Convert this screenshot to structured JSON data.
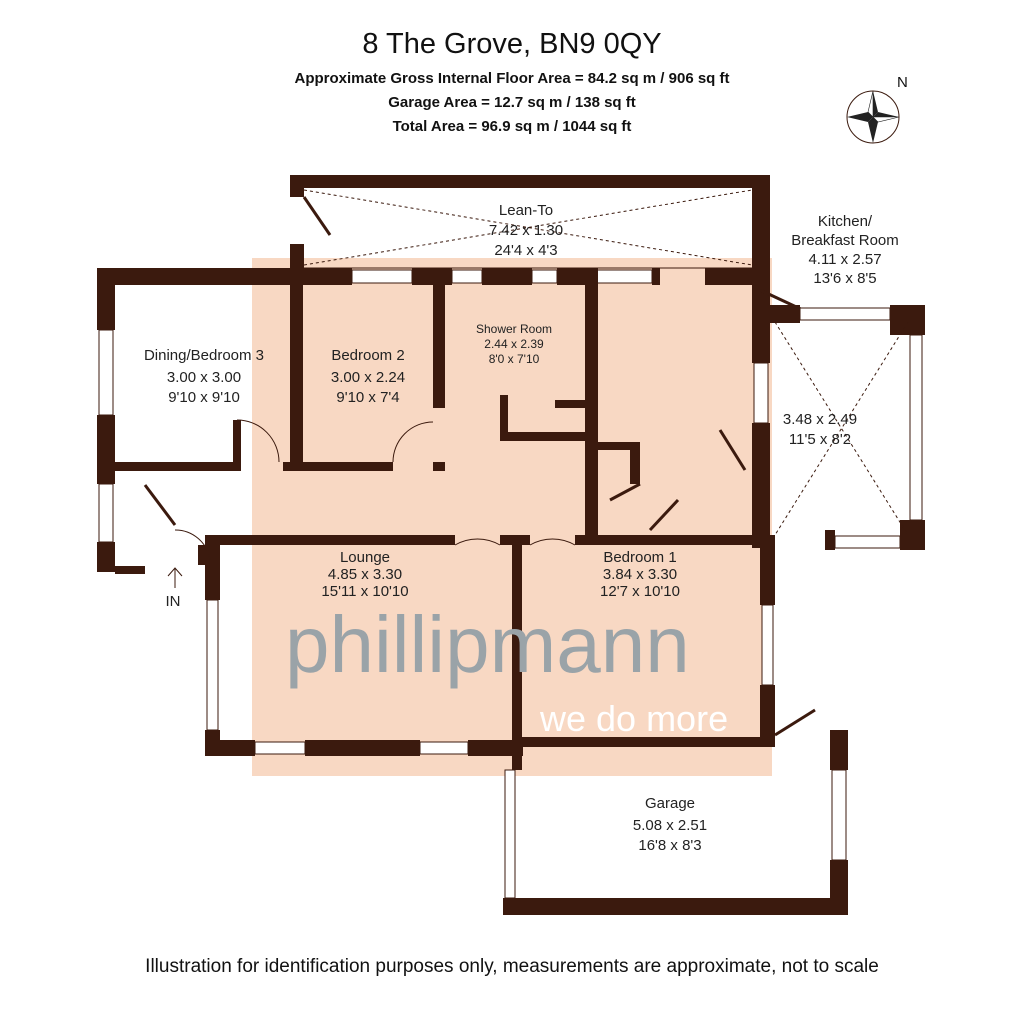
{
  "header": {
    "title": "8 The Grove, BN9 0QY",
    "gross_area": "Approximate Gross Internal Floor Area = 84.2 sq m / 906 sq ft",
    "garage_area": "Garage Area = 12.7 sq m / 138 sq ft",
    "total_area": "Total Area = 96.9 sq m / 1044 sq ft"
  },
  "compass": {
    "label": "N"
  },
  "rooms": [
    {
      "name": "Lean-To",
      "metric": "7.42 x 1.30",
      "imperial": "24'4 x 4'3"
    },
    {
      "name": "Kitchen/",
      "name2": "Breakfast Room",
      "metric": "4.11 x 2.57",
      "imperial": "13'6 x 8'5"
    },
    {
      "name": "Dining/Bedroom 3",
      "metric": "3.00 x 3.00",
      "imperial": "9'10 x 9'10"
    },
    {
      "name": "Bedroom 2",
      "metric": "3.00 x 2.24",
      "imperial": "9'10 x 7'4"
    },
    {
      "name": "Shower Room",
      "metric": "2.44 x 2.39",
      "imperial": "8'0 x 7'10"
    },
    {
      "name": "",
      "metric": "3.48 x 2.49",
      "imperial": "11'5 x 8'2"
    },
    {
      "name": "Lounge",
      "metric": "4.85 x 3.30",
      "imperial": "15'11 x 10'10"
    },
    {
      "name": "Bedroom 1",
      "metric": "3.84 x 3.30",
      "imperial": "12'7 x 10'10"
    },
    {
      "name": "Garage",
      "metric": "5.08 x 2.51",
      "imperial": "16'8 x 8'3"
    }
  ],
  "entrance_label": "IN",
  "watermark": {
    "brand": "phillipmann",
    "tagline": "we do more"
  },
  "footer": "Illustration for identification purposes only, measurements are approximate, not to scale",
  "colors": {
    "wall": "#3b1a0e",
    "highlight": "#f8d8c3"
  }
}
